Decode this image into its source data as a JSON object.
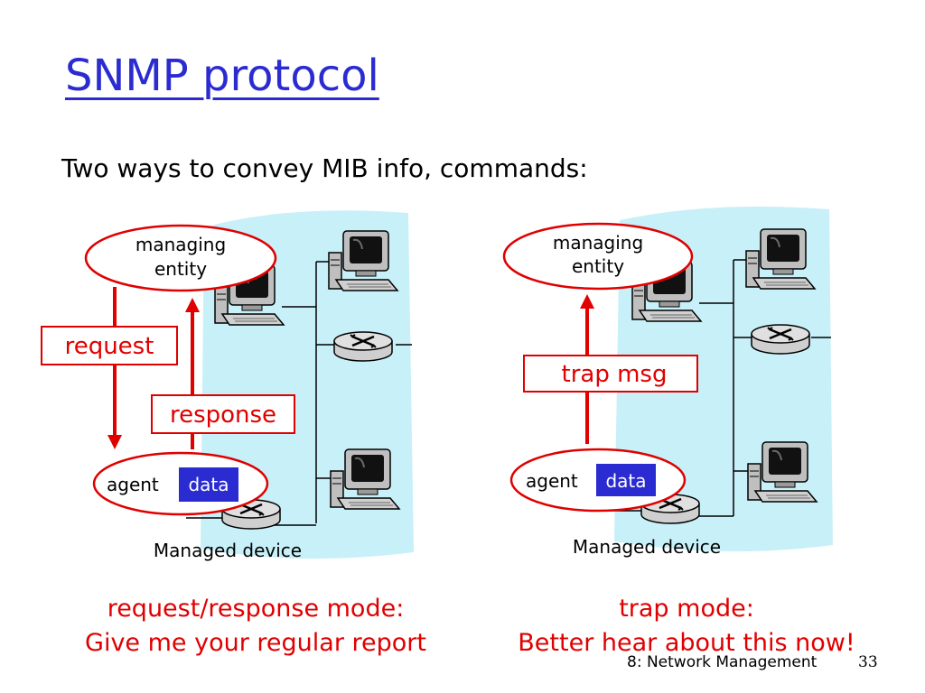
{
  "slide": {
    "title": "SNMP protocol",
    "subtitle": "Two ways to convey MIB info, commands:",
    "footer": {
      "text": "8: Network Management",
      "page": "33"
    }
  },
  "left_panel": {
    "managing_entity": [
      "managing",
      "entity"
    ],
    "request_label": "request",
    "response_label": "response",
    "agent_label": "agent",
    "data_label": "data",
    "device_caption": "Managed device",
    "mode_title": "request/response mode:",
    "mode_desc": "Give me your regular report"
  },
  "right_panel": {
    "managing_entity": [
      "managing",
      "entity"
    ],
    "trap_label": "trap msg",
    "agent_label": "agent",
    "data_label": "data",
    "device_caption": "Managed device",
    "mode_title": "trap mode:",
    "mode_desc": "Better hear about this now!"
  },
  "colors": {
    "title": "#2b2bd2",
    "accent_red": "#e00000",
    "network_bg": "#c8f0f8",
    "data_box": "#2b2bd2"
  }
}
